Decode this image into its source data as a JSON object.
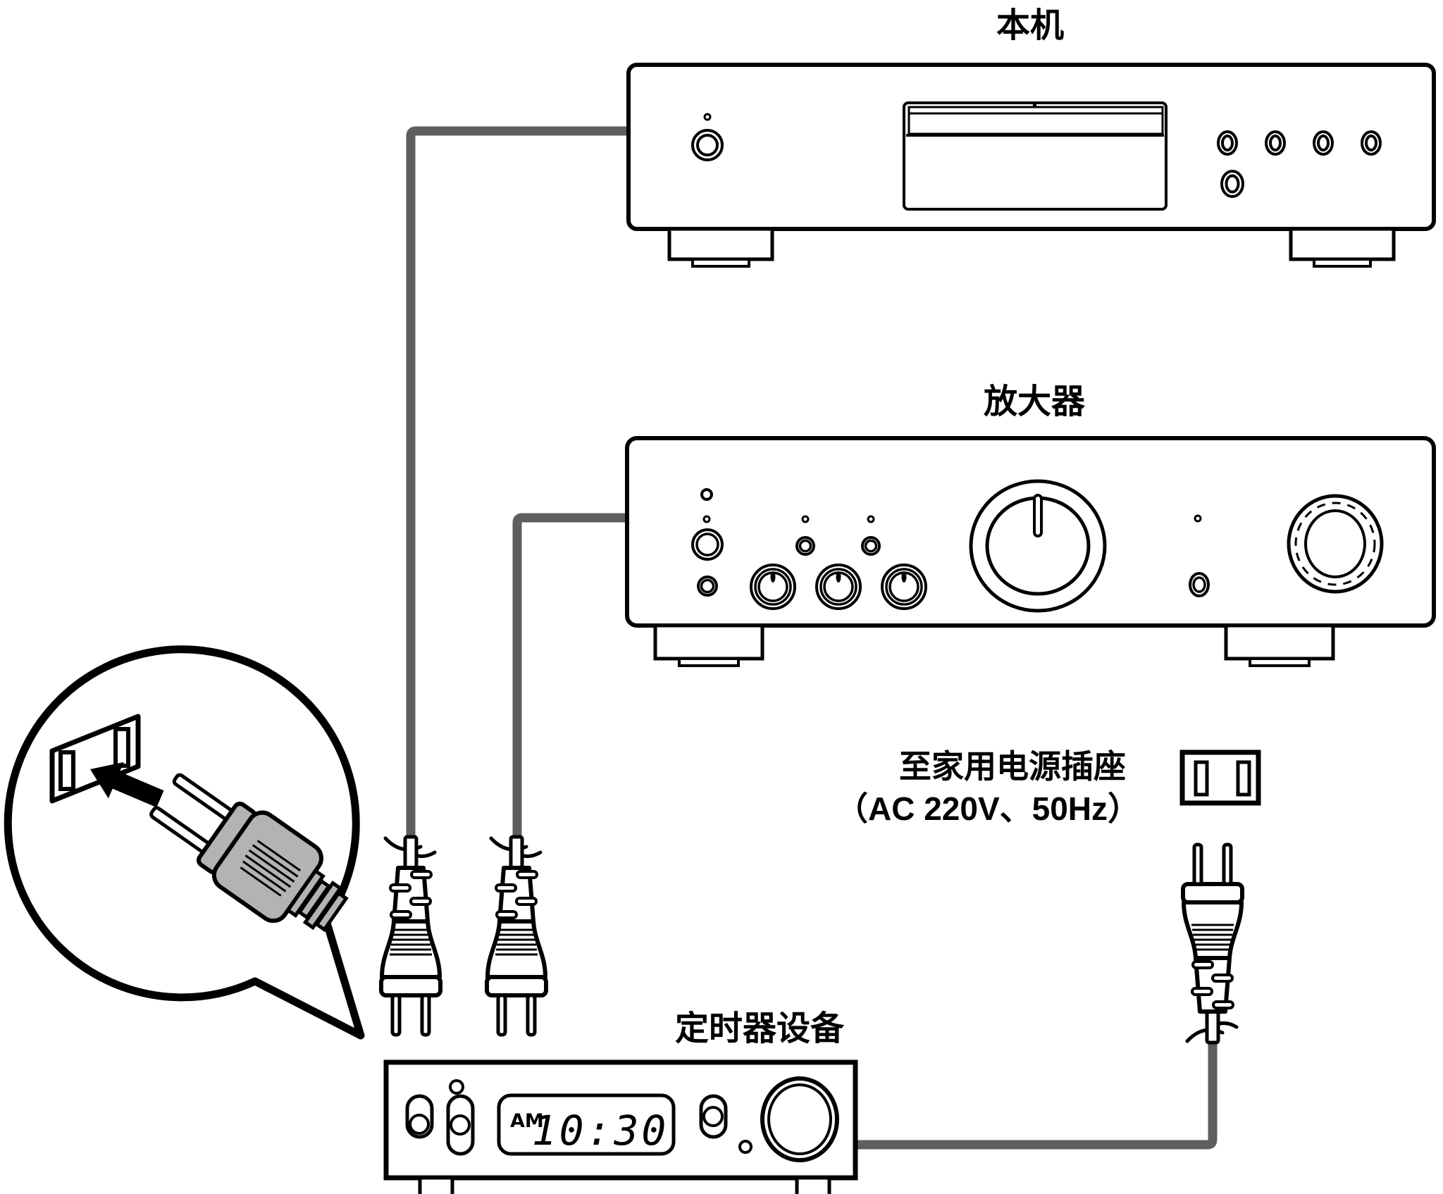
{
  "diagram": {
    "labels": {
      "unit": "本机",
      "amplifier": "放大器",
      "outlet_line1": "至家用电源插座",
      "outlet_line2": "（AC 220V、50Hz）",
      "timer": "定时器设备"
    },
    "timer_display": {
      "meridiem": "AM",
      "time": "10:30"
    },
    "colors": {
      "line": "#000000",
      "cord": "#5e5e5e",
      "plug_body": "#b3b3b3",
      "background": "#ffffff"
    }
  }
}
